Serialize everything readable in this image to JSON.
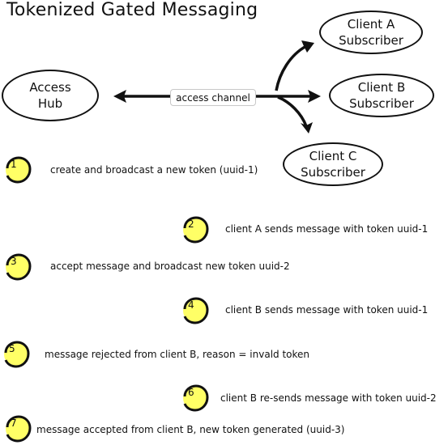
{
  "title": "Tokenized Gated Messaging",
  "nodes": {
    "hub": {
      "line1": "Access",
      "line2": "Hub"
    },
    "client_a": {
      "line1": "Client A",
      "line2": "Subscriber"
    },
    "client_b": {
      "line1": "Client B",
      "line2": "Subscriber"
    },
    "client_c": {
      "line1": "Client C",
      "line2": "Subscriber"
    }
  },
  "channel_label": "access channel",
  "steps": [
    {
      "num": "1",
      "text": "create and broadcast a new token (uuid-1)"
    },
    {
      "num": "2",
      "text": "client A sends message with token uuid-1"
    },
    {
      "num": "3",
      "text": "accept message and broadcast new token uuid-2"
    },
    {
      "num": "4",
      "text": "client B sends message with token uuid-1"
    },
    {
      "num": "5",
      "text": "message rejected from client B, reason = invald token"
    },
    {
      "num": "6",
      "text": "client B re-sends message with token uuid-2"
    },
    {
      "num": "7",
      "text": "message accepted from client B, new token generated (uuid-3)"
    }
  ],
  "colors": {
    "badge_fill": "#ffff66",
    "stroke": "#111111"
  }
}
